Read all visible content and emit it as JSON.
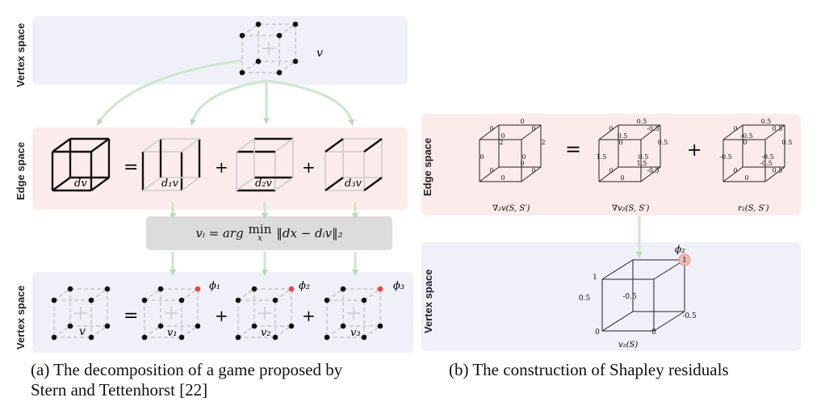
{
  "labels": {
    "vertex_space": "Vertex space",
    "edge_space": "Edge space"
  },
  "panel_a": {
    "v_label": "v",
    "dv_label": "dv",
    "edge_terms": [
      "d₁v",
      "d₂v",
      "d₃v"
    ],
    "formula": "vᵢ = arg minₓ ‖dx − dᵢv‖₂",
    "formula_parts": {
      "lhs": "vᵢ = arg",
      "min": "min",
      "sub": "x",
      "rhs": "‖dx − dᵢv‖₂"
    },
    "vertex_total": "v",
    "vertex_terms": [
      "v₁",
      "v₂",
      "v₃"
    ],
    "phis": [
      "ϕ₁",
      "ϕ₂",
      "ϕ₃"
    ],
    "ops": {
      "eq": "=",
      "plus": "+"
    }
  },
  "panel_b": {
    "cube1": {
      "label": "∇₂v(S, S′)",
      "numbers": [
        "0",
        "0",
        "0",
        "0",
        "0",
        "2",
        "0",
        "2",
        "0",
        "0",
        "0",
        "0"
      ]
    },
    "cube2": {
      "label": "∇v₂(S, S′)",
      "numbers": [
        "0",
        "0.5",
        "0.5",
        "1.5",
        "1.5",
        "0.5",
        "0.5",
        "0",
        "0",
        "-0.5",
        "-0.5",
        "0"
      ]
    },
    "cube3": {
      "label": "r₂(S, S′)",
      "numbers": [
        "0",
        "-0.5",
        "-0.5",
        "-0.5",
        "-0.5",
        "0.5",
        "0.5",
        "0",
        "0",
        "0.5",
        "0.5",
        "0"
      ]
    },
    "vcube": {
      "label": "v₂(S)",
      "phi": "ϕ₂",
      "highlight": "1",
      "values": [
        "1",
        "0.5",
        "-0.5",
        "-0.5",
        "0",
        "0"
      ]
    },
    "ops": {
      "eq": "=",
      "plus": "+"
    }
  },
  "captions": {
    "a_line1": "(a)  The decomposition of a game proposed by",
    "a_line2": "Stern and Tettenhorst [22]",
    "b": "(b)  The construction of Shapley residuals"
  },
  "colors": {
    "vertex_bg": "#f0f0f8",
    "edge_bg": "#fbeceb",
    "arrow": "#c8e6c8",
    "highlight_node": "#e85a4f",
    "formula_bg": "#dcdcdc"
  }
}
